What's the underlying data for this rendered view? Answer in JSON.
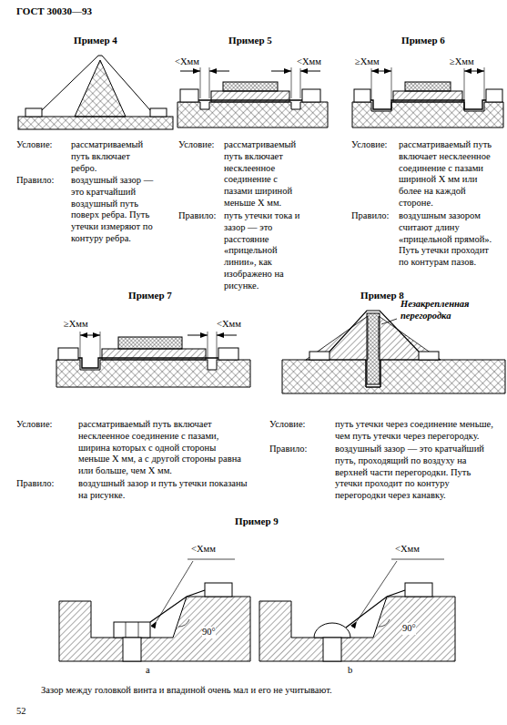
{
  "diagram": {
    "title": "ГОСТ 30030—93",
    "labels": [
      "Пример 4",
      "Пример 5",
      "Пример 6",
      "<Xмм",
      "<Xмм",
      "≥Xмм",
      "≥Xмм",
      "Условие:",
      "рассматриваемый путь включает ребро.",
      "Правило:",
      "воздушный зазор — это кратчайший воздушный путь поверх ребра. Путь утечки измеряют по контуру ребра.",
      "Условие:",
      "рассматриваемый путь включает несклеенное соединение с пазами шириной меньше X мм.",
      "Правило:",
      "путь утечки тока и зазор — это расстояние «прицельной линии», как изображено на рисунке.",
      "Условие:",
      "рассматриваемый путь включает несклеенное соединение с пазами шириной X мм или более на каждой стороне.",
      "Правило:",
      "воздушным зазором считают длину «прицельной прямой». Путь утечки проходит по контурам пазов.",
      "Пример 7",
      "Пример 8",
      "≥Xмм",
      "<Xмм",
      "Незакрепленная перегородка",
      "Условие:",
      "рассматриваемый путь включает несклеенное соединение с пазами, ширина которых с одной стороны меньше X мм, а с другой стороны равна или больше, чем X мм.",
      "Правило:",
      "воздушный зазор и путь утечки показаны на рисунке.",
      "Условие:",
      "путь утечки через соединение меньше, чем путь утечки через перегородку.",
      "Правило:",
      "воздушный зазор — это кратчайший путь, проходящий по воздуху на верхней части перегородки. Путь утечки проходит по контуру перегородки через канавку.",
      "Пример 9",
      "<Xмм",
      "90°",
      "a",
      "<Xмм",
      "90°",
      "b",
      "Зазор между головкой винта и впадиной очень мал и его не учитывают.",
      "52"
    ]
  }
}
